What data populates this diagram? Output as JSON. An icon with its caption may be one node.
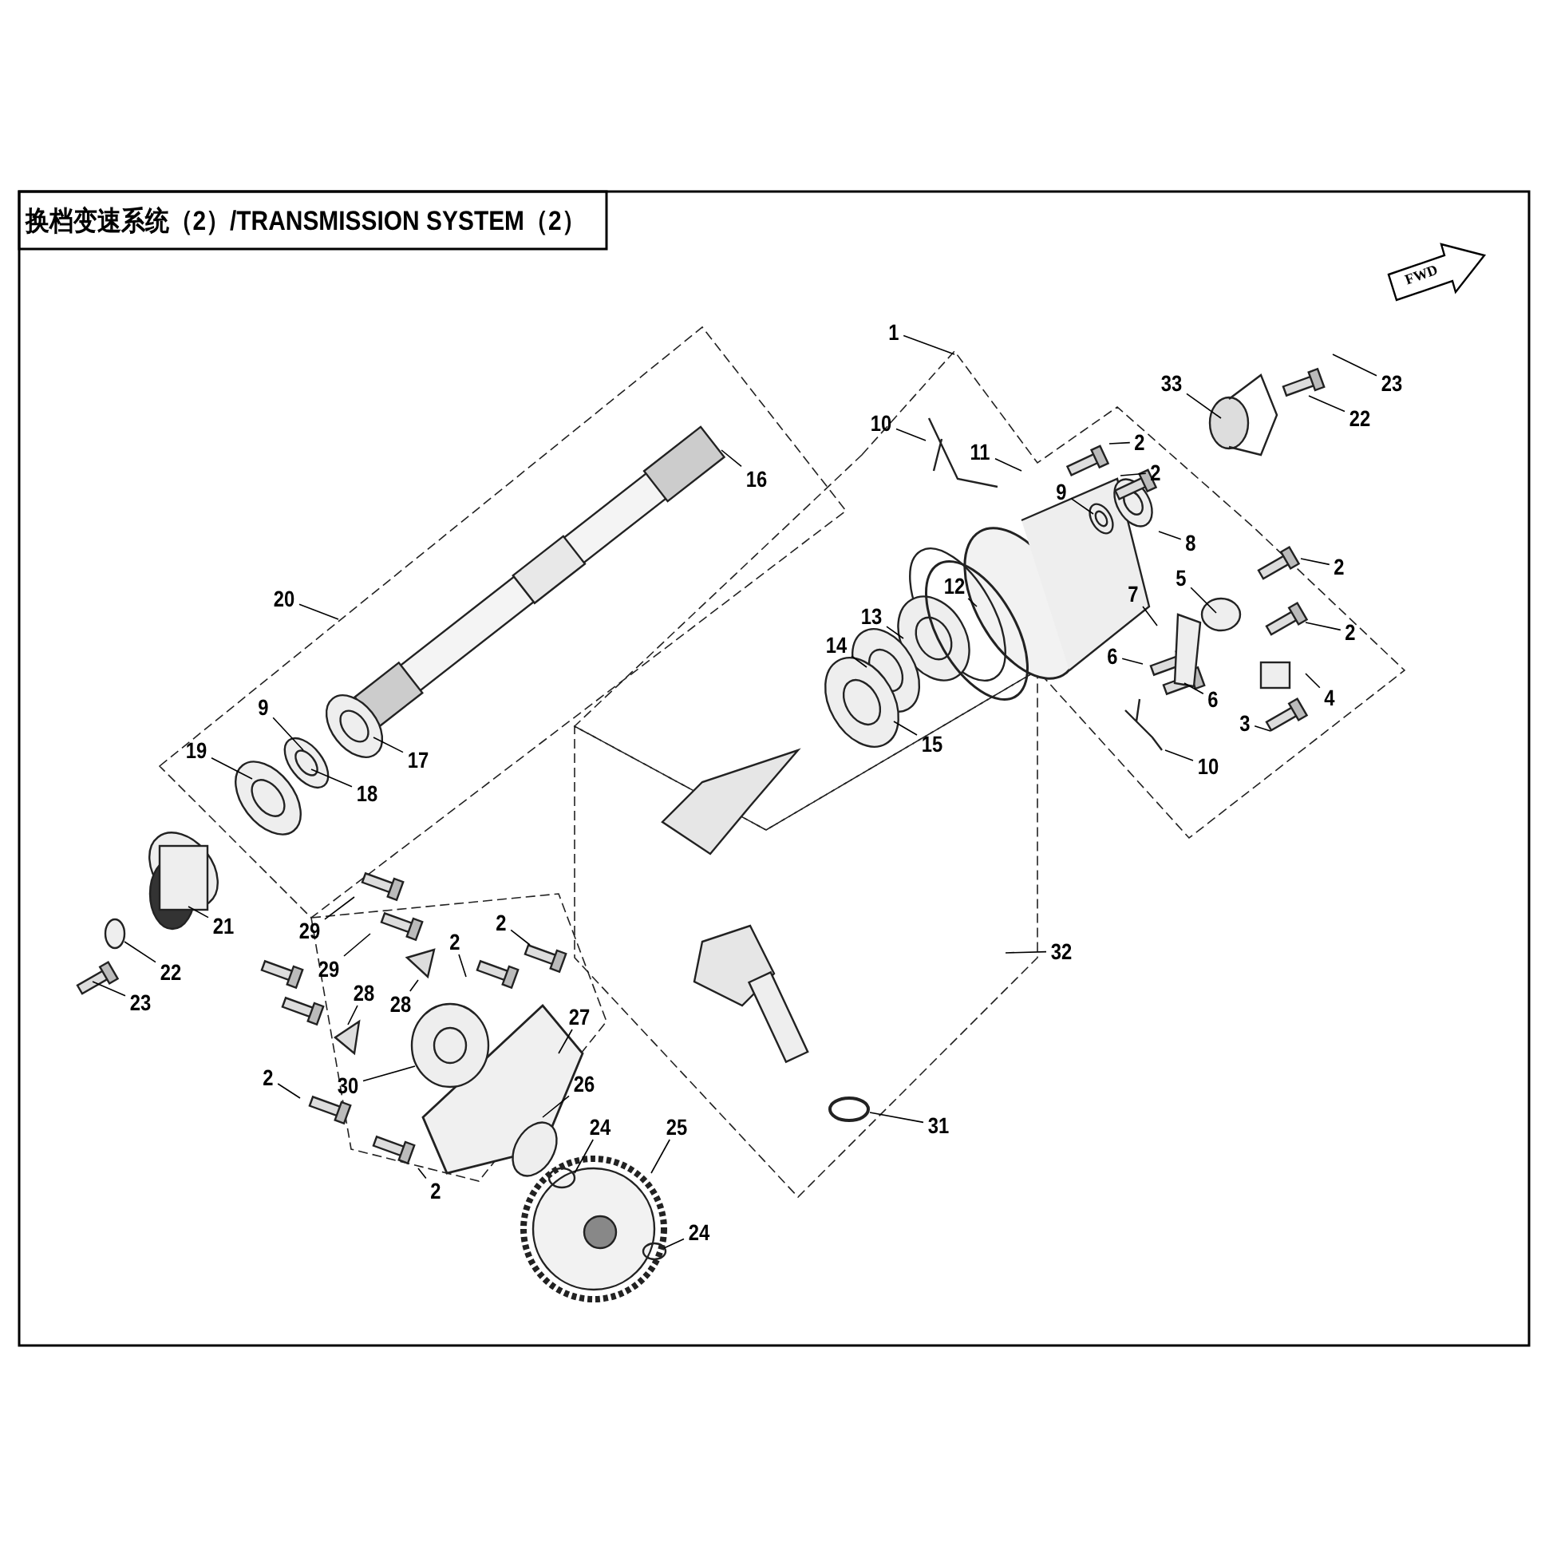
{
  "diagram": {
    "title": "换档变速系统（2）/TRANSMISSION SYSTEM（2）",
    "nodes": [
      {
        "text": [
          "1"
        ]
      },
      {
        "text": [
          "23"
        ]
      },
      {
        "text": [
          "33"
        ]
      },
      {
        "text": [
          "22"
        ]
      },
      {
        "text": [
          "10"
        ]
      },
      {
        "text": [
          "2"
        ]
      },
      {
        "text": [
          "11"
        ]
      },
      {
        "text": [
          "2"
        ]
      },
      {
        "text": [
          "9"
        ]
      },
      {
        "text": [
          "16"
        ]
      },
      {
        "text": [
          "8"
        ]
      },
      {
        "text": [
          "12"
        ]
      },
      {
        "text": [
          "5"
        ]
      },
      {
        "text": [
          "2"
        ]
      },
      {
        "text": [
          "20"
        ]
      },
      {
        "text": [
          "7"
        ]
      },
      {
        "text": [
          "13"
        ]
      },
      {
        "text": [
          "2"
        ]
      },
      {
        "text": [
          "14"
        ]
      },
      {
        "text": [
          "6"
        ]
      },
      {
        "text": [
          "6"
        ]
      },
      {
        "text": [
          "4"
        ]
      },
      {
        "text": [
          "9"
        ]
      },
      {
        "text": [
          "3"
        ]
      },
      {
        "text": [
          "15"
        ]
      },
      {
        "text": [
          "17"
        ]
      },
      {
        "text": [
          "10"
        ]
      },
      {
        "text": [
          "19"
        ]
      },
      {
        "text": [
          "18"
        ]
      },
      {
        "text": [
          "21"
        ]
      },
      {
        "text": [
          "29"
        ]
      },
      {
        "text": [
          "2"
        ]
      },
      {
        "text": [
          "29"
        ]
      },
      {
        "text": [
          "2"
        ]
      },
      {
        "text": [
          "32"
        ]
      },
      {
        "text": [
          "22"
        ]
      },
      {
        "text": [
          "28"
        ]
      },
      {
        "text": [
          "28"
        ]
      },
      {
        "text": [
          "27"
        ]
      },
      {
        "text": [
          "23"
        ]
      },
      {
        "text": [
          "2"
        ]
      },
      {
        "text": [
          "30"
        ]
      },
      {
        "text": [
          "26"
        ]
      },
      {
        "text": [
          "31"
        ]
      },
      {
        "text": [
          "24"
        ]
      },
      {
        "text": [
          "25"
        ]
      },
      {
        "text": [
          "2"
        ]
      },
      {
        "text": [
          "24"
        ]
      }
    ],
    "edges": [
      {
        "from": 0,
        "to": null,
        "arrow": "none"
      },
      {
        "from": 1,
        "to": null,
        "arrow": "none"
      },
      {
        "from": 2,
        "to": null,
        "arrow": "none"
      },
      {
        "from": 3,
        "to": null,
        "arrow": "none"
      },
      {
        "from": 4,
        "to": null,
        "arrow": "none"
      },
      {
        "from": 5,
        "to": null,
        "arrow": "none"
      },
      {
        "from": 6,
        "to": null,
        "arrow": "none"
      },
      {
        "from": 7,
        "to": null,
        "arrow": "none"
      },
      {
        "from": 8,
        "to": null,
        "arrow": "none"
      },
      {
        "from": 9,
        "to": null,
        "arrow": "none"
      },
      {
        "from": 10,
        "to": null,
        "arrow": "none"
      },
      {
        "from": 11,
        "to": null,
        "arrow": "none"
      },
      {
        "from": 12,
        "to": null,
        "arrow": "none"
      },
      {
        "from": 13,
        "to": null,
        "arrow": "none"
      },
      {
        "from": 14,
        "to": null,
        "arrow": "none"
      },
      {
        "from": 15,
        "to": null,
        "arrow": "none"
      },
      {
        "from": 16,
        "to": null,
        "arrow": "none"
      },
      {
        "from": 17,
        "to": null,
        "arrow": "none"
      },
      {
        "from": 18,
        "to": null,
        "arrow": "none"
      },
      {
        "from": 19,
        "to": null,
        "arrow": "none"
      },
      {
        "from": 20,
        "to": null,
        "arrow": "none"
      },
      {
        "from": 21,
        "to": null,
        "arrow": "none"
      },
      {
        "from": 22,
        "to": null,
        "arrow": "none"
      },
      {
        "from": 23,
        "to": null,
        "arrow": "none"
      },
      {
        "from": 24,
        "to": null,
        "arrow": "none"
      },
      {
        "from": 25,
        "to": null,
        "arrow": "none"
      },
      {
        "from": 26,
        "to": null,
        "arrow": "none"
      },
      {
        "from": 27,
        "to": null,
        "arrow": "none"
      },
      {
        "from": 28,
        "to": null,
        "arrow": "none"
      },
      {
        "from": 29,
        "to": null,
        "arrow": "none"
      },
      {
        "from": 30,
        "to": null,
        "arrow": "none"
      },
      {
        "from": 31,
        "to": null,
        "arrow": "none"
      },
      {
        "from": 32,
        "to": null,
        "arrow": "none"
      },
      {
        "from": 33,
        "to": null,
        "arrow": "none"
      },
      {
        "from": 34,
        "to": null,
        "arrow": "none"
      },
      {
        "from": 35,
        "to": null,
        "arrow": "none"
      },
      {
        "from": 36,
        "to": null,
        "arrow": "none"
      },
      {
        "from": 37,
        "to": null,
        "arrow": "none"
      },
      {
        "from": 38,
        "to": null,
        "arrow": "none"
      },
      {
        "from": 39,
        "to": null,
        "arrow": "none"
      },
      {
        "from": 40,
        "to": null,
        "arrow": "none"
      },
      {
        "from": 41,
        "to": null,
        "arrow": "none"
      },
      {
        "from": 42,
        "to": null,
        "arrow": "none"
      },
      {
        "from": 43,
        "to": null,
        "arrow": "none"
      },
      {
        "from": 44,
        "to": null,
        "arrow": "none"
      },
      {
        "from": 45,
        "to": null,
        "arrow": "none"
      },
      {
        "from": 46,
        "to": null,
        "arrow": "none"
      },
      {
        "from": 47,
        "to": null,
        "arrow": "none"
      }
    ],
    "labels": [
      "FWD"
    ]
  }
}
